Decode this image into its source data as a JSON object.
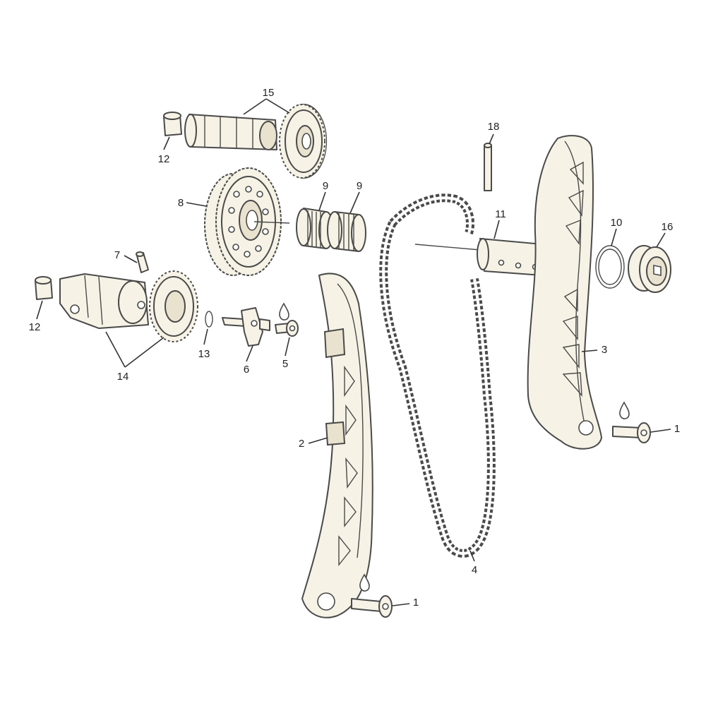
{
  "diagram": {
    "callouts": {
      "c1a": "1",
      "c1b": "1",
      "c2": "2",
      "c3": "3",
      "c4": "4",
      "c5": "5",
      "c6": "6",
      "c7": "7",
      "c8": "8",
      "c9a": "9",
      "c9b": "9",
      "c10": "10",
      "c11": "11",
      "c12a": "12",
      "c12b": "12",
      "c13": "13",
      "c14": "14",
      "c15": "15",
      "c16": "16",
      "c18": "18"
    },
    "colors": {
      "part_fill": "#f7f2e6",
      "outline": "#4a4a4a",
      "background": "#ffffff"
    },
    "icons": [
      "oil-drop-icon"
    ]
  }
}
